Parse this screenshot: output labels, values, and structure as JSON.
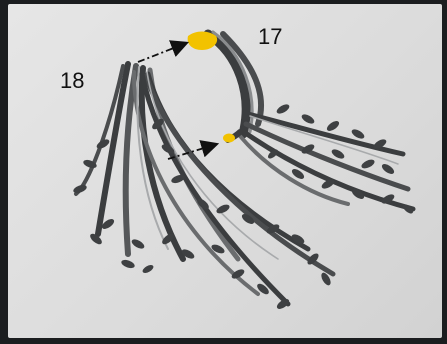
{
  "labels": {
    "part_17": "17",
    "part_18": "18"
  },
  "colors": {
    "background_frame": "#1b1d1f",
    "panel": "#e0e0e0",
    "highlight": "#f2c200",
    "branch_dark": "#3b3d3f",
    "branch_light": "#8c8e90",
    "arrow": "#111111"
  },
  "arrows": [
    {
      "name": "arrow-18-to-17-top",
      "style": "dash-dot"
    },
    {
      "name": "arrow-18-to-17-bottom",
      "style": "dash-dot"
    }
  ]
}
